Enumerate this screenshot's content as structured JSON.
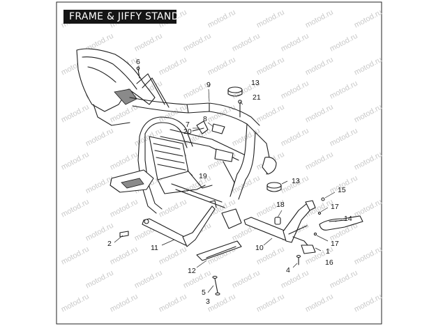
{
  "title": "FRAME & JIFFY STAND",
  "watermark": {
    "text": "motod.ru",
    "color": "#c9c9c9"
  },
  "callouts": [
    {
      "id": "c1",
      "label": "1"
    },
    {
      "id": "c2",
      "label": "2"
    },
    {
      "id": "c3",
      "label": "3"
    },
    {
      "id": "c4",
      "label": "4"
    },
    {
      "id": "c5",
      "label": "5"
    },
    {
      "id": "c6",
      "label": "6"
    },
    {
      "id": "c7",
      "label": "7"
    },
    {
      "id": "c8",
      "label": "8"
    },
    {
      "id": "c9",
      "label": "9"
    },
    {
      "id": "c10",
      "label": "10"
    },
    {
      "id": "c11",
      "label": "11"
    },
    {
      "id": "c12",
      "label": "12"
    },
    {
      "id": "c13a",
      "label": "13"
    },
    {
      "id": "c13b",
      "label": "13"
    },
    {
      "id": "c14",
      "label": "14"
    },
    {
      "id": "c15",
      "label": "15"
    },
    {
      "id": "c16",
      "label": "16"
    },
    {
      "id": "c17a",
      "label": "17"
    },
    {
      "id": "c17b",
      "label": "17"
    },
    {
      "id": "c18",
      "label": "18"
    },
    {
      "id": "c19",
      "label": "19"
    },
    {
      "id": "c20",
      "label": "20"
    },
    {
      "id": "c21",
      "label": "21"
    }
  ]
}
